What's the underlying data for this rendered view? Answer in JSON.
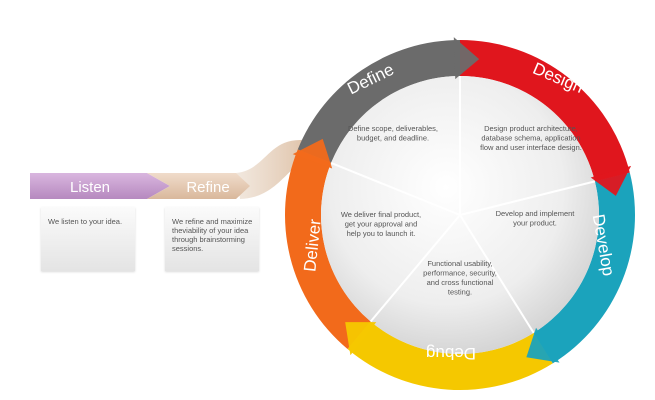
{
  "steps": {
    "listen": {
      "label": "Listen",
      "desc": "We listen to your idea."
    },
    "refine": {
      "label": "Refine",
      "desc": "We refine and maximize theviability of your idea through brainstorming sessions."
    }
  },
  "cycle": {
    "define": {
      "label": "Define",
      "desc": [
        "Define scope, deliverables,",
        "budget, and deadline."
      ]
    },
    "design": {
      "label": "Design",
      "desc": [
        "Design product architecture,",
        "database schema, application",
        "flow and user interface design."
      ]
    },
    "develop": {
      "label": "Develop",
      "desc": [
        "Develop and implement",
        "your product."
      ]
    },
    "debug": {
      "label": "Debug",
      "desc": [
        "Functional usability,",
        "performance, security,",
        "and cross functional",
        "testing."
      ]
    },
    "deliver": {
      "label": "Deliver",
      "desc": [
        "We deliver final product,",
        "get your approval and",
        "help you to launch it."
      ]
    }
  },
  "colors": {
    "listen": "#c79fce",
    "refine": "#e6cdb9",
    "define": "#6b6b6b",
    "design": "#e0161d",
    "develop": "#1ba3bc",
    "debug": "#f5c800",
    "deliver": "#f26a1b"
  }
}
